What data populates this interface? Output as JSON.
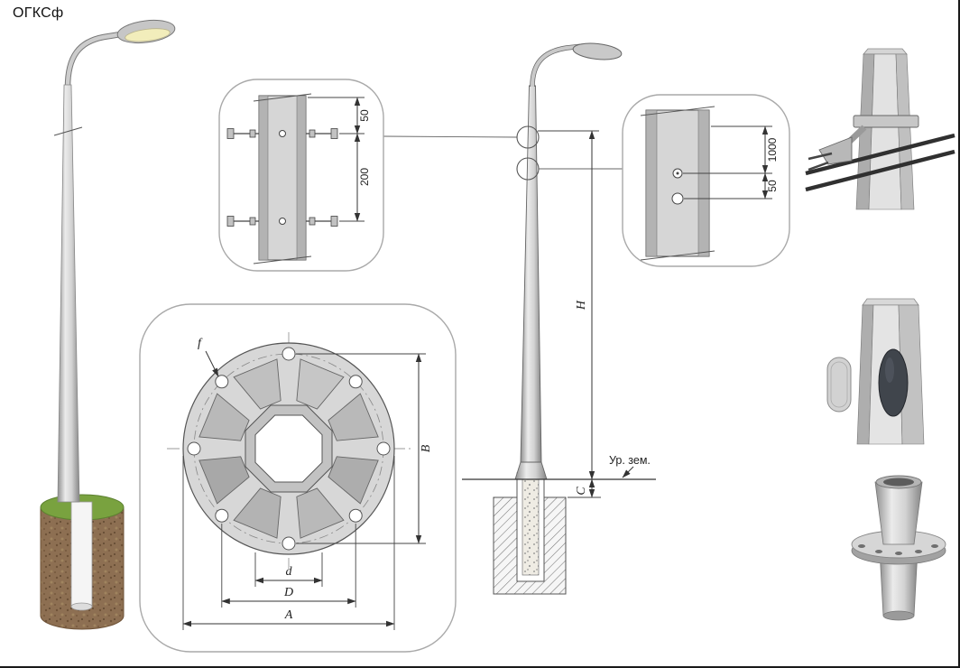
{
  "title": "ОГКСф",
  "colors": {
    "pole_gray": "#c9c9c9",
    "grass_green": "#79a23f",
    "soil_brown": "#8d6f52",
    "lamp_lens_yellow": "#f2edbb",
    "line_dark": "#333333"
  },
  "callout_clamp": {
    "dim_offset": "50",
    "dim_spacing": "200"
  },
  "callout_holes": {
    "dim_height": "1000",
    "dim_offset": "50"
  },
  "flange_plan": {
    "dim_hole": "f",
    "dim_bolt_span": "B",
    "dim_inner": "d",
    "dim_bolt_circle": "D",
    "dim_outer": "A"
  },
  "elevation": {
    "dim_total_height": "H",
    "dim_embed": "C",
    "ground_label": "Ур. зем."
  }
}
